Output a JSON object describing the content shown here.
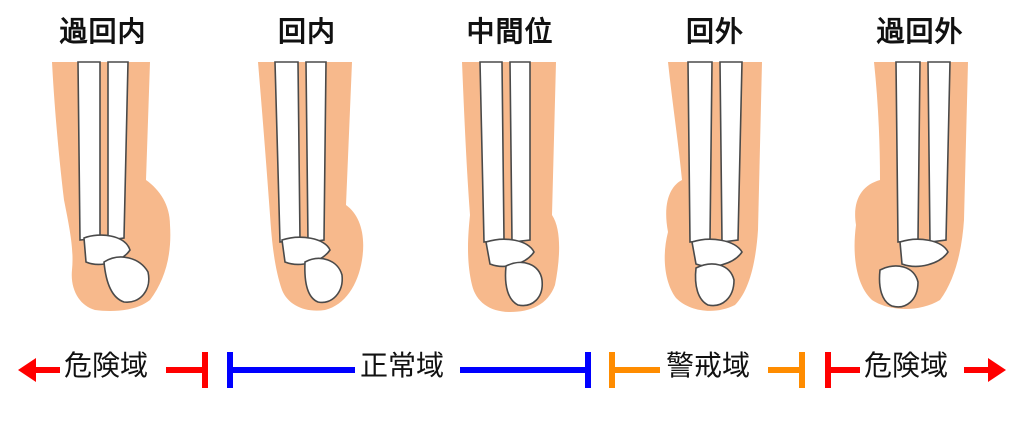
{
  "titles": [
    "過回内",
    "回内",
    "中間位",
    "回外",
    "過回外"
  ],
  "zones": [
    {
      "label": "危険域",
      "color": "#ff0000"
    },
    {
      "label": "正常域",
      "color": "#0000ff"
    },
    {
      "label": "警戒域",
      "color": "#ff8c00"
    },
    {
      "label": "危険域",
      "color": "#ff0000"
    }
  ]
}
